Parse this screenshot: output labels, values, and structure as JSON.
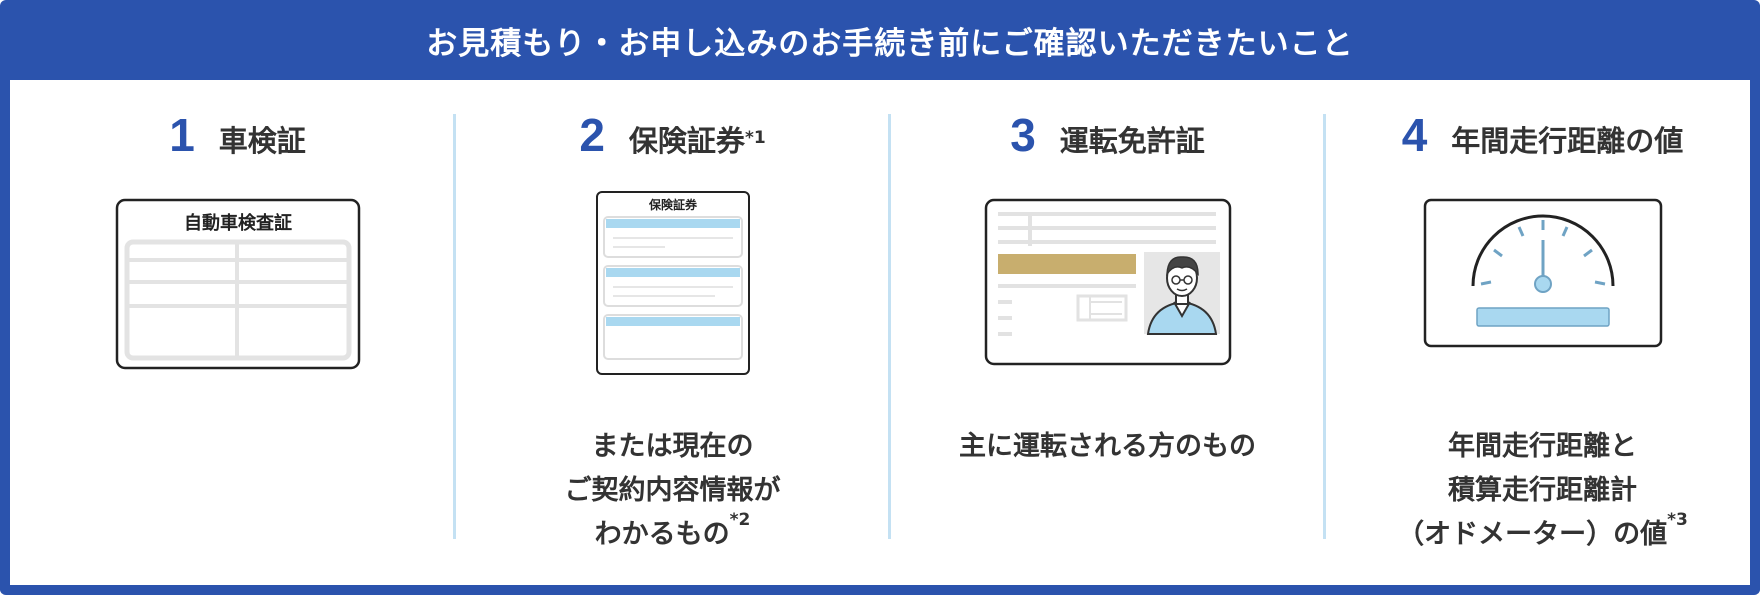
{
  "header": {
    "title": "お見積もり・お申し込みのお手続き前にご確認いただきたいこと"
  },
  "items": [
    {
      "number": "1",
      "title": "車検証",
      "note": "",
      "card_title": "自動車検査証",
      "caption_lines": [],
      "caption_note": ""
    },
    {
      "number": "2",
      "title": "保険証券",
      "note": "*1",
      "card_title": "保険証券",
      "caption_lines": [
        "または現在の",
        "ご契約内容情報が",
        "わかるもの"
      ],
      "caption_note": "*2"
    },
    {
      "number": "3",
      "title": "運転免許証",
      "note": "",
      "card_title": "",
      "caption_lines": [
        "主に運転される方のもの"
      ],
      "caption_note": ""
    },
    {
      "number": "4",
      "title": "年間走行距離の値",
      "note": "",
      "card_title": "",
      "caption_lines": [
        "年間走行距離と",
        "積算走行距離計",
        "（オドメーター）の値"
      ],
      "caption_note": "*3"
    }
  ],
  "colors": {
    "brand": "#2b53ad",
    "divider": "#c4e1f3",
    "accent_light_blue": "#a9d8f0",
    "license_gold": "#c8ae6e"
  },
  "icons": [
    "vehicle-inspection-certificate-icon",
    "insurance-policy-icon",
    "drivers-license-icon",
    "speedometer-icon"
  ]
}
